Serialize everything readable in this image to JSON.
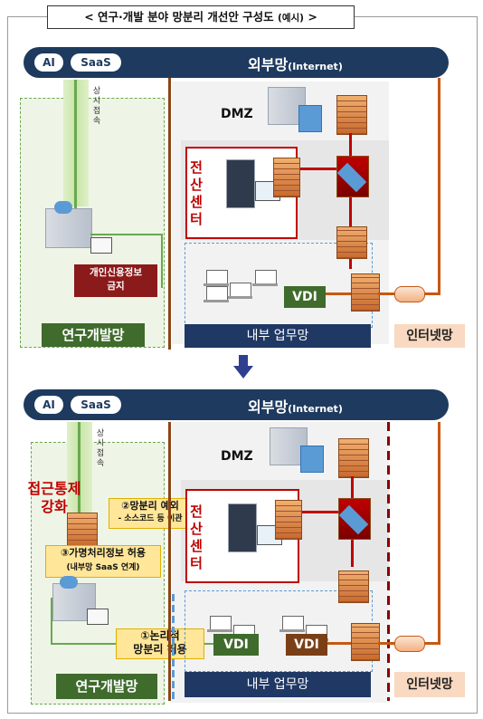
{
  "title": {
    "main": "< 연구·개발 분야 망분리 개선안 구성도",
    "note": "(예시)",
    "end": ">"
  },
  "top": {
    "pill_ai": "AI",
    "pill_saas": "SaaS",
    "external": "외부망",
    "external_sub": "(Internet)",
    "access_chars": [
      "상",
      "시",
      "접",
      "속"
    ],
    "dmz": "DMZ",
    "center_chars": [
      "전",
      "산",
      "센",
      "터"
    ],
    "restrict_line1": "개인신용정보",
    "restrict_line2": "금지",
    "vdi": "VDI",
    "rnd_net": "연구개발망",
    "internal_net": "내부 업무망",
    "internet_net": "인터넷망"
  },
  "bottom": {
    "pill_ai": "AI",
    "pill_saas": "SaaS",
    "external": "외부망",
    "external_sub": "(Internet)",
    "access_chars": [
      "상",
      "시",
      "접",
      "속"
    ],
    "dmz": "DMZ",
    "center_chars": [
      "전",
      "산",
      "센",
      "터"
    ],
    "control_line1": "접근통제",
    "control_line2": "강화",
    "note2_line1": "②망분리 예외",
    "note2_line2": "- 소스코드 등 이관",
    "note3_line1": "③가명처리정보 허용",
    "note3_line2": "(내부망 SaaS 연계)",
    "note1_line1": "①논리적",
    "note1_line2": "망분리 허용",
    "vdi1": "VDI",
    "vdi2": "VDI",
    "rnd_net": "연구개발망",
    "internal_net": "내부 업무망",
    "internet_net": "인터넷망"
  },
  "colors": {
    "navy": "#1e3a5f",
    "red": "#c00000",
    "green": "#3f6b2c",
    "brown": "#7b3f16",
    "peach": "#f9d9c1",
    "yellow": "#ffe699"
  }
}
